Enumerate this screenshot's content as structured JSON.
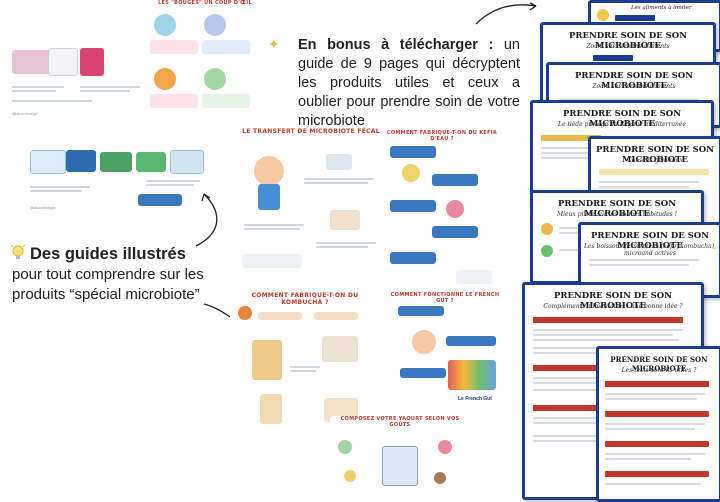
{
  "bonus": {
    "strong": "En bonus à télécharger :",
    "rest": " un guide de 9 pages qui décryptent les produits utiles et ceux a oublier pour prendre soin de votre microbiote"
  },
  "guides": {
    "strong": "Des guides illustrés",
    "rest": " pour tout comprendre sur les produits “spécial microbiote”"
  },
  "infographics": {
    "bugs_title": "LES \"BOUGES\" UN COUP D'ŒIL",
    "fecal_title": "LE TRANSFERT DE MICROBIOTE FÉCAL",
    "kefir_title": "COMMENT FABRIQUE-T-ON DU KÉFIR D'EAU ?",
    "kombucha_title": "COMMENT FABRIQUE-T-ON DU KOMBUCHA ?",
    "frenchgut_title": "COMMENT FONCTIONNE LE FRENCH GUT ?",
    "yaourt_title": "COMPOSEZ VOTRE YAOURT SELON VOS GOÛTS",
    "french_gut_label": "Le French Gut",
    "handle": "@latouchedegel"
  },
  "pages": {
    "title": "PRENDRE SOIN DE SON MICROBIOTE",
    "top_strip": "Les aliments à limiter",
    "subtitles": [
      "Zoom sur certains aliments",
      "Zoom sur certains aliments",
      "Le tiède protège du Régime méditerranée",
      "Conseils généraux",
      "Mieux piloté sur les bonnes habitudes !",
      "Les boissons fermentées (kéfir, kombucha), microand actives",
      "Compléments alimentaires : une bonne idée ?",
      "Les tests sont-ils utiles ?"
    ]
  },
  "colors": {
    "navy": "#1c3d8f",
    "red": "#c0392b",
    "gold": "#e8b84a"
  }
}
